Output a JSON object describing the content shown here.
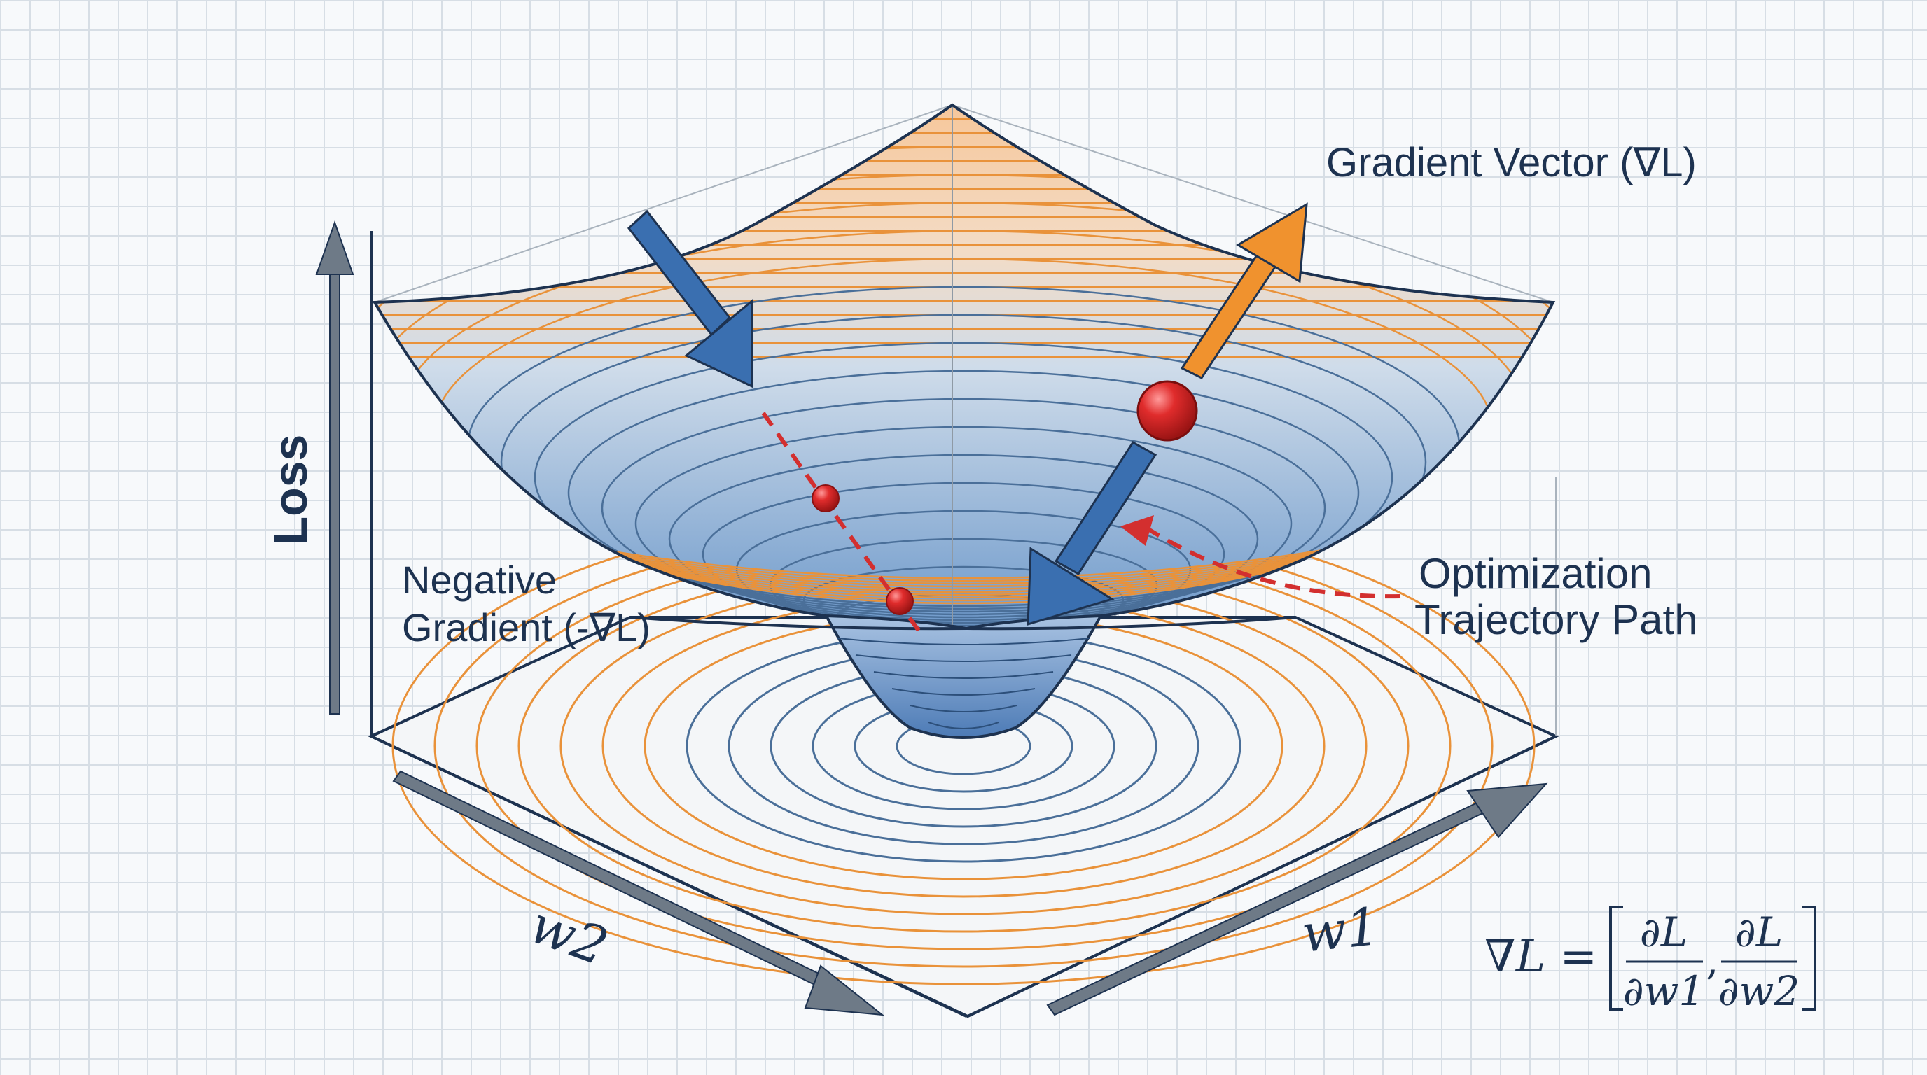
{
  "labels": {
    "loss": "Loss",
    "w1": "w1",
    "w2": "w2",
    "gradient_vector": "Gradient Vector (∇L)",
    "negative_gradient_line1": "Negative",
    "negative_gradient_line2": "Gradient (-∇L)",
    "trajectory_line1": "Optimization",
    "trajectory_line2": "Trajectory Path"
  },
  "formula": {
    "lhs": "∇L =",
    "numerator": "∂L",
    "denominator_1": "∂w1",
    "denominator_2": "∂w2"
  },
  "colors": {
    "navy": "#1d3250",
    "orange": "#f0922e",
    "blue_arrow": "#3a6fb0",
    "red_point": "#d62a2a",
    "gray_arrow": "#6e7a87",
    "contour_blue": "#4a6f99",
    "contour_orange": "#e9923a"
  },
  "icons": {
    "gradient_arrow": "orange-arrow-up-right",
    "negative_gradient_arrow": "blue-arrow-down",
    "axis_arrows": "gray-arrow"
  }
}
